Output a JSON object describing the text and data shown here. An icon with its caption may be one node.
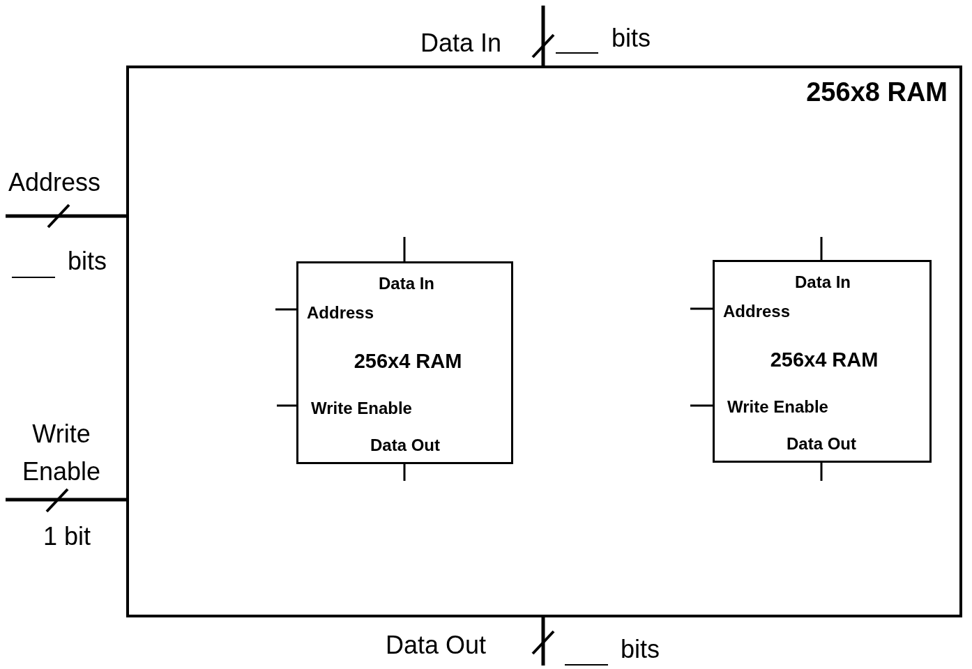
{
  "diagram": {
    "nodes": [
      {
        "text": [
          "256x8 RAM"
        ]
      },
      {
        "text": [
          "Data In",
          "Address",
          "256x4 RAM",
          "Write Enable",
          "Data Out"
        ],
        "in": 0
      },
      {
        "text": [
          "Data In",
          "Address",
          "256x4 RAM",
          "Write Enable",
          "Data Out"
        ],
        "in": 0
      }
    ],
    "edges": [
      {
        "from": null,
        "to": 0,
        "arrow": "none",
        "label": "Data In"
      },
      {
        "from": null,
        "to": 0,
        "arrow": "none",
        "label": "Address"
      },
      {
        "from": null,
        "to": 0,
        "arrow": "none",
        "label": "Write Enable"
      },
      {
        "from": 0,
        "to": null,
        "arrow": "none",
        "label": "Data Out"
      },
      {
        "from": null,
        "to": 1,
        "arrow": "none"
      },
      {
        "from": null,
        "to": 1,
        "arrow": "none"
      },
      {
        "from": null,
        "to": 1,
        "arrow": "none"
      },
      {
        "from": 1,
        "to": null,
        "arrow": "none"
      },
      {
        "from": null,
        "to": 2,
        "arrow": "none"
      },
      {
        "from": null,
        "to": 2,
        "arrow": "none"
      },
      {
        "from": null,
        "to": 2,
        "arrow": "none"
      },
      {
        "from": 2,
        "to": null,
        "arrow": "none"
      }
    ],
    "labels": [
      "bits",
      "bits",
      "1 bit",
      "bits"
    ]
  }
}
